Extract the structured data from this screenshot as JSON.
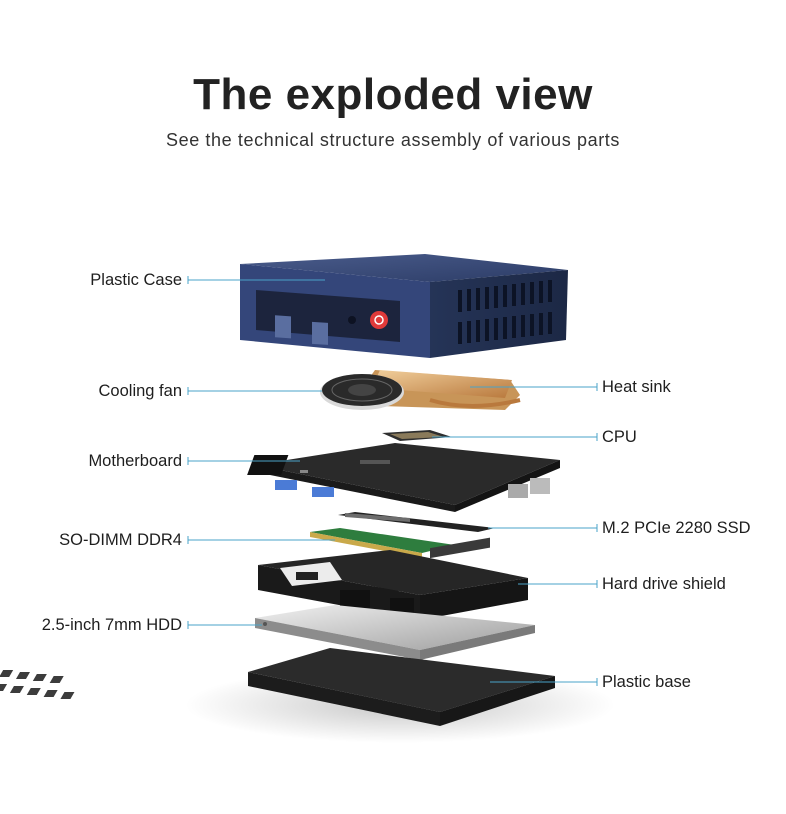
{
  "header": {
    "title": "The exploded view",
    "subtitle": "See the technical structure assembly of various parts"
  },
  "colors": {
    "case": "#2e3f6c",
    "board": "#2a2a2a",
    "copper": "#d7a56b",
    "leader": "#4aa3c8",
    "power": "#e03a3a"
  },
  "labels": {
    "plastic_case": "Plastic Case",
    "cooling_fan": "Cooling fan",
    "heat_sink": "Heat sink",
    "cpu": "CPU",
    "motherboard": "Motherboard",
    "so_dimm": "SO-DIMM DDR4",
    "ssd": "M.2 PCIe 2280 SSD",
    "hdd_shield": "Hard drive shield",
    "hdd": "2.5-inch 7mm HDD",
    "base": "Plastic base"
  }
}
